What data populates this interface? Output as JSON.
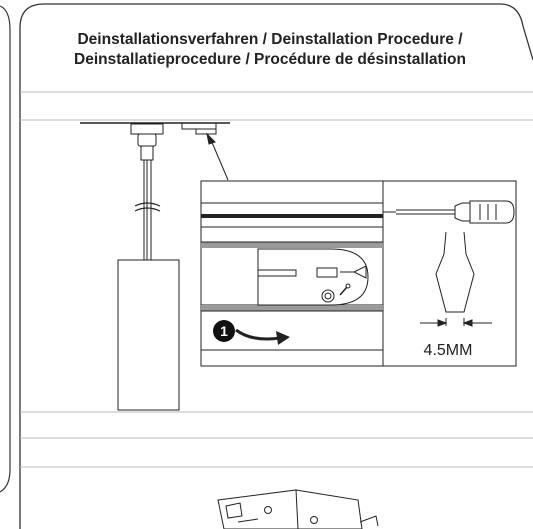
{
  "header": {
    "title_line1": "Deinstallationsverfahren / Deinstallation Procedure /",
    "title_line2": "Deinstallatieprocedure / Procédure de désinstallation"
  },
  "diagram": {
    "step_number": "1",
    "measurement_label": "4.5MM"
  },
  "colors": {
    "line": "#222222",
    "band": "#9a9a9a",
    "background": "#ffffff"
  }
}
